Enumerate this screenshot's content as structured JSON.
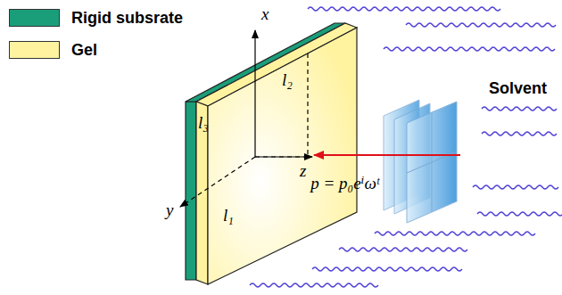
{
  "diagram": {
    "labels": [
      "x",
      "y",
      "z",
      "l₃",
      "l₂",
      "l₁",
      "Solvent",
      "p = p₀eⁱωᵗ"
    ],
    "legend": [
      {
        "text": "Rigid subsrate",
        "color": "#1a9e7a"
      },
      {
        "text": "Gel",
        "color": "#fff3a0"
      }
    ]
  }
}
